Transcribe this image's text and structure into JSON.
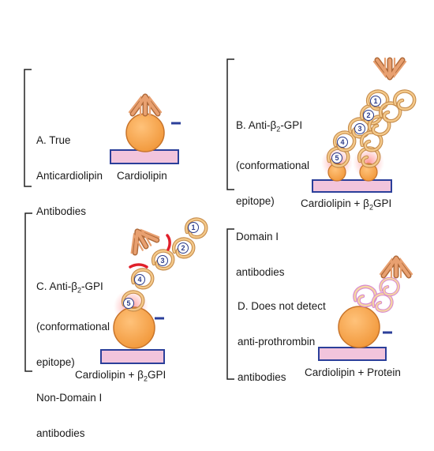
{
  "panels": {
    "a": {
      "label_lines": [
        "A. True",
        "Anticardiolipin",
        "Antibodies"
      ],
      "caption": "Cardiolipin"
    },
    "b": {
      "label_lines": [
        "B. Anti-β2-GPI",
        "(conformational",
        "epitope)",
        "Domain I",
        "antibodies"
      ],
      "caption": "Cardiolipin + β2GPI",
      "domain_numbers": [
        "1",
        "2",
        "3",
        "4",
        "5"
      ]
    },
    "c": {
      "label_lines": [
        "C. Anti-β2-GPI",
        "(conformational",
        "epitope)",
        "Non-Domain I",
        "antibodies"
      ],
      "caption": "Cardiolipin + β2GPI",
      "domain_numbers": [
        "1",
        "2",
        "3",
        "4",
        "5"
      ]
    },
    "d": {
      "label_lines": [
        "D. Does not detect",
        "anti-prothrombin",
        "antibodies"
      ],
      "caption": "Cardiolipin + Protein"
    }
  },
  "colors": {
    "antibody": "#e8a070",
    "antibody_outline": "#b06a3a",
    "lipid_ball": "#f5a04a",
    "lipid_ball_outline": "#c8742a",
    "surface_fill": "#f2c4dc",
    "surface_border": "#2b3f9a",
    "domain_loop": "#e9b47a",
    "domain_outline": "#c48a4a",
    "prothrombin_loop": "#d88ad0",
    "epitope_red": "#e0202a",
    "glow": "#ff8a8a",
    "negative_charge": "#2b3f9a"
  }
}
